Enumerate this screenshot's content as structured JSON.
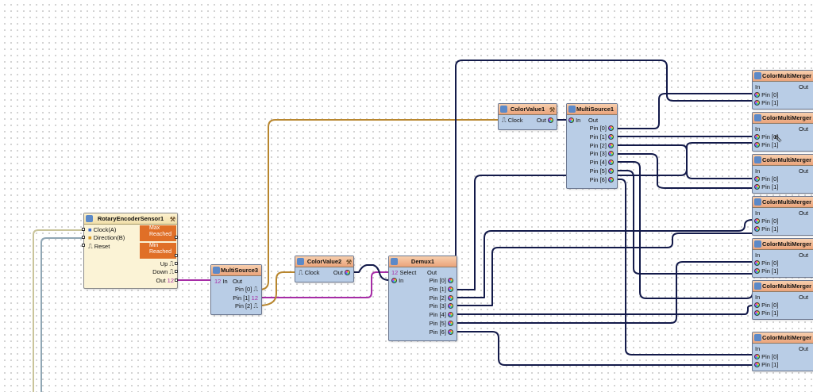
{
  "nodes": {
    "rotary": {
      "title": "RotaryEncoderSensor1",
      "in": [
        "Clock(A)",
        "Direction(B)",
        "Reset"
      ],
      "max": [
        "Max",
        "Reached"
      ],
      "min": [
        "Min",
        "Reached"
      ],
      "up": "Up",
      "down": "Down",
      "out": "Out"
    },
    "multisource3": {
      "title": "MultiSource3",
      "in": "In",
      "out": "Out",
      "pins": [
        "Pin [0]",
        "Pin [1]",
        "Pin [2]"
      ]
    },
    "colorvalue2": {
      "title": "ColorValue2",
      "clock": "Clock",
      "out": "Out"
    },
    "demux1": {
      "title": "Demux1",
      "select": "Select",
      "in": "In",
      "out": "Out",
      "pins": [
        "Pin [0]",
        "Pin [1]",
        "Pin [2]",
        "Pin [3]",
        "Pin [4]",
        "Pin [5]",
        "Pin [6]"
      ]
    },
    "colorvalue1": {
      "title": "ColorValue1",
      "clock": "Clock",
      "out": "Out"
    },
    "multisource1": {
      "title": "MultiSource1",
      "in": "In",
      "out": "Out",
      "pins": [
        "Pin [0]",
        "Pin [1]",
        "Pin [2]",
        "Pin [3]",
        "Pin [4]",
        "Pin [5]",
        "Pin [6]"
      ]
    },
    "mergers": [
      {
        "title": "ColorMultiMerger",
        "in": "In",
        "out": "Out",
        "pin0": "Pin [0]",
        "pin1": "Pin [1]"
      },
      {
        "title": "ColorMultiMerger",
        "in": "In",
        "out": "Out",
        "pin0": "Pin [0]",
        "pin1": "Pin [1]"
      },
      {
        "title": "ColorMultiMerger",
        "in": "In",
        "out": "Out",
        "pin0": "Pin [0]",
        "pin1": "Pin [1]"
      },
      {
        "title": "ColorMultiMerger",
        "in": "In",
        "out": "Out",
        "pin0": "Pin [0]",
        "pin1": "Pin [1]"
      },
      {
        "title": "ColorMultiMerger",
        "in": "In",
        "out": "Out",
        "pin0": "Pin [0]",
        "pin1": "Pin [1]"
      },
      {
        "title": "ColorMultiMerger",
        "in": "In",
        "out": "Out",
        "pin0": "Pin [0]",
        "pin1": "Pin [1]"
      },
      {
        "title": "ColorMultiMerger",
        "in": "In",
        "out": "Out",
        "pin0": "Pin [0]",
        "pin1": "Pin [1]"
      }
    ]
  },
  "colors": {
    "wire_color": "#131a4a",
    "wire_clock": "#b8862e",
    "wire_integer": "#a62ca6",
    "wire_analog_a": "#c9c49a",
    "wire_analog_b": "#8fa6b4",
    "title_orange": "#eba37a",
    "body_blue": "#b9cde6"
  }
}
